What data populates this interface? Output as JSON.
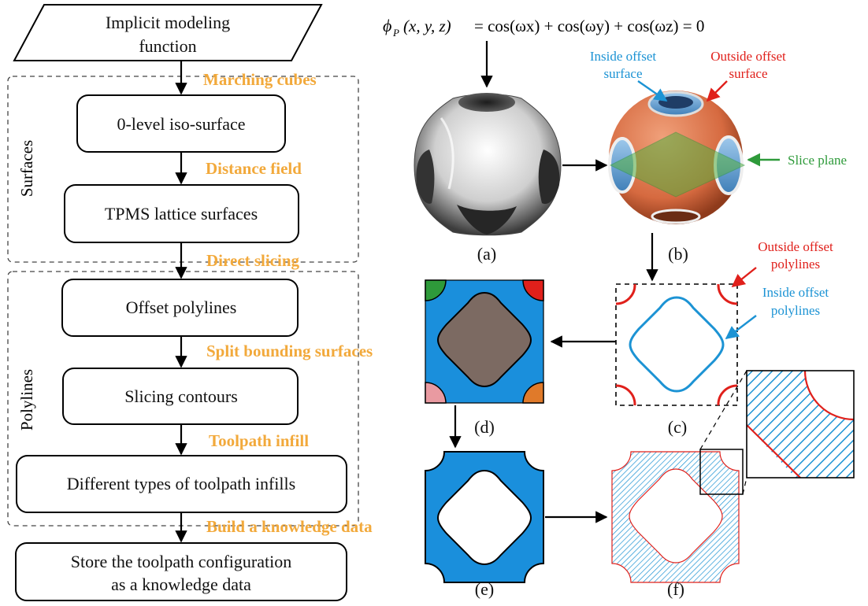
{
  "flowchart": {
    "start": {
      "line1": "Implicit modeling",
      "line2": "function"
    },
    "steps": [
      {
        "label": "0-level iso-surface"
      },
      {
        "label": "TPMS lattice surfaces"
      },
      {
        "label": "Offset polylines"
      },
      {
        "label": "Slicing contours"
      },
      {
        "label": "Different types of toolpath infills"
      }
    ],
    "end": {
      "line1": "Store the toolpath configuration",
      "line2": "as a knowledge data"
    },
    "transitions": [
      "Marching cubes",
      "Distance field",
      "Direct slicing",
      "Split bounding surfaces",
      "Toolpath infill",
      "Build a knowledge data"
    ],
    "groups": {
      "surfaces": "Surfaces",
      "polylines": "Polylines"
    }
  },
  "equation": {
    "phi": "ϕ",
    "sub": "P",
    "args": "(x, y, z)",
    "rhs": "= cos(ωx) + cos(ωy) + cos(ωz) = 0"
  },
  "labels": {
    "inside_surface": [
      "Inside offset",
      "surface"
    ],
    "outside_surface": [
      "Outside offset",
      "surface"
    ],
    "slice_plane": "Slice plane",
    "outside_polylines": [
      "Outside offset",
      "polylines"
    ],
    "inside_polylines": [
      "Inside offset",
      "polylines"
    ]
  },
  "captions": {
    "a": "(a)",
    "b": "(b)",
    "c": "(c)",
    "d": "(d)",
    "e": "(e)",
    "f": "(f)"
  },
  "colors": {
    "highlight_text": "#f2a93b",
    "blue_fill": "#1a8fdc",
    "blue_line": "#1c93d4",
    "red": "#e0201b",
    "green": "#2e9a3a",
    "gray_fill": "#7c6a62",
    "sphere_orange": "#d9764e",
    "pink": "#e99aa1",
    "corner_orange": "#e07a2a"
  }
}
